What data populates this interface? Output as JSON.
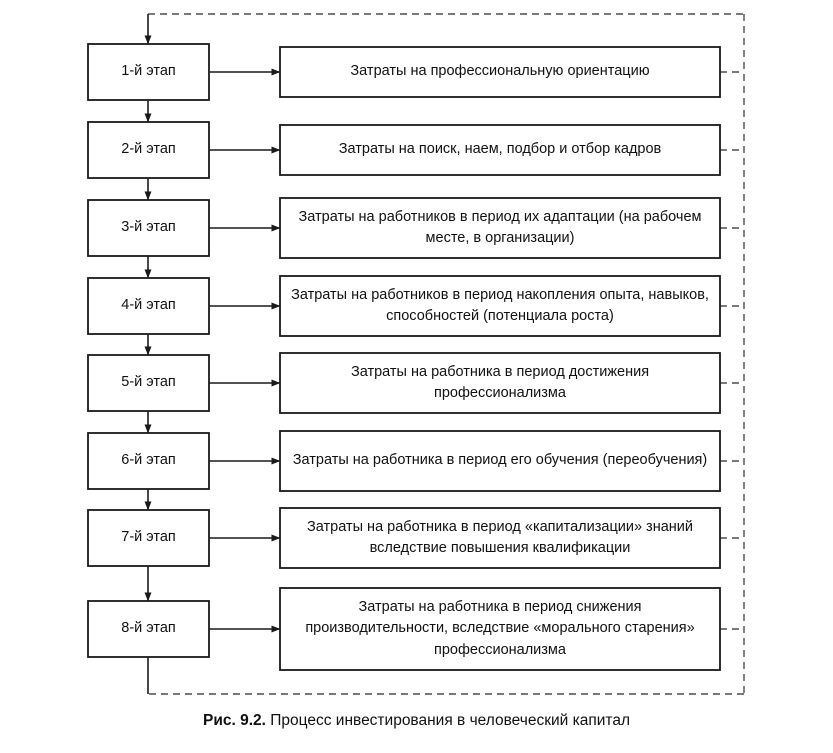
{
  "figure": {
    "caption_label": "Рис. 9.2.",
    "caption_text": " Процесс инвестирования в человеческий капитал"
  },
  "colors": {
    "stroke": "#1a1a1a",
    "dashed": "#4d4d4d",
    "background": "#ffffff",
    "text": "#111111"
  },
  "stages": [
    {
      "label": "1-й этап",
      "cost": "Затраты на профессиональную ориентацию"
    },
    {
      "label": "2-й этап",
      "cost": "Затраты на поиск, наем, подбор и отбор кадров"
    },
    {
      "label": "3-й этап",
      "cost": "Затраты на работников в период их адаптации (на рабочем месте, в организации)"
    },
    {
      "label": "4-й этап",
      "cost": "Затраты на работников в период накопления опыта, навыков, способностей (потенциала роста)"
    },
    {
      "label": "5-й этап",
      "cost": "Затраты на работника в период достижения профессионализма"
    },
    {
      "label": "6-й этап",
      "cost": "Затраты на работника в период его обучения (переобучения)"
    },
    {
      "label": "7-й этап",
      "cost": "Затраты на работника в период «капитализации» знаний вследствие повышения квалификации"
    },
    {
      "label": "8-й этап",
      "cost": "Затраты на работника в период снижения производительности, вследствие «морального старения» профессионализма"
    }
  ]
}
